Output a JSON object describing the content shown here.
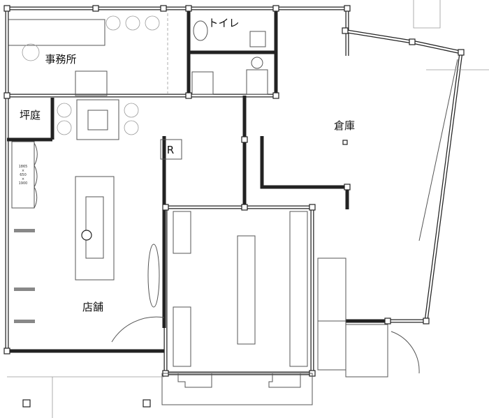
{
  "rooms": {
    "office": "事務所",
    "courtyard": "坪庭",
    "toilet": "トイレ",
    "warehouse": "倉庫",
    "shop": "店舗"
  },
  "fridge_mark": "R",
  "shelf_dimensions": {
    "w": "1865",
    "x1": "×",
    "d": "650",
    "x2": "×",
    "h": "1900"
  }
}
